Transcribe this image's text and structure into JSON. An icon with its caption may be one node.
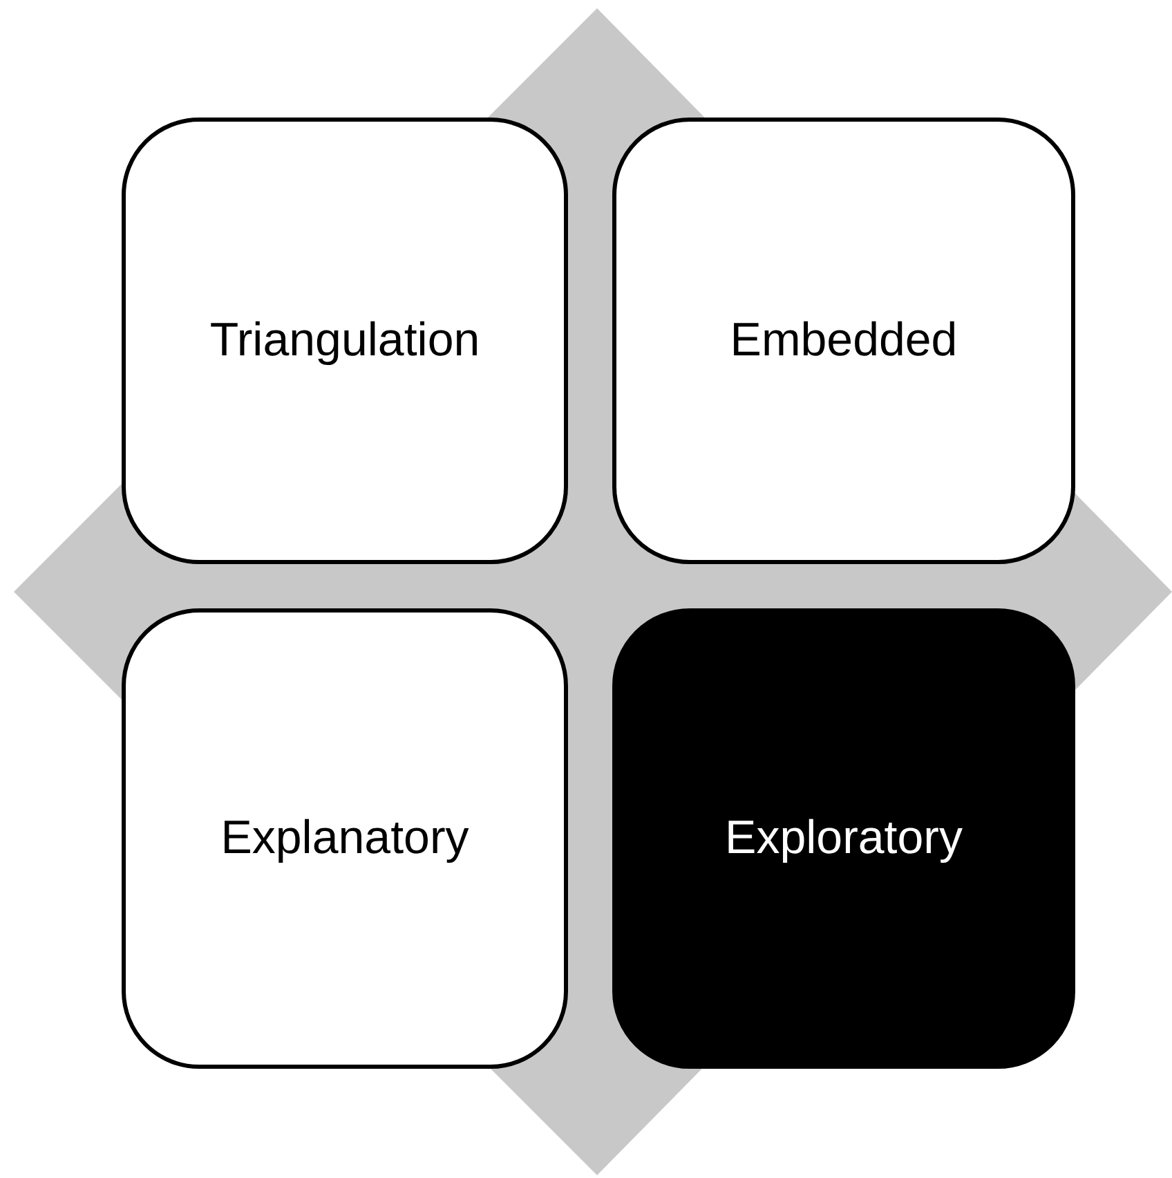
{
  "diagram": {
    "nodes": [
      {
        "text": [
          "Triangulation"
        ]
      },
      {
        "text": [
          "Embedded"
        ]
      },
      {
        "text": [
          "Explanatory"
        ]
      },
      {
        "text": [
          "Exploratory"
        ]
      }
    ]
  }
}
